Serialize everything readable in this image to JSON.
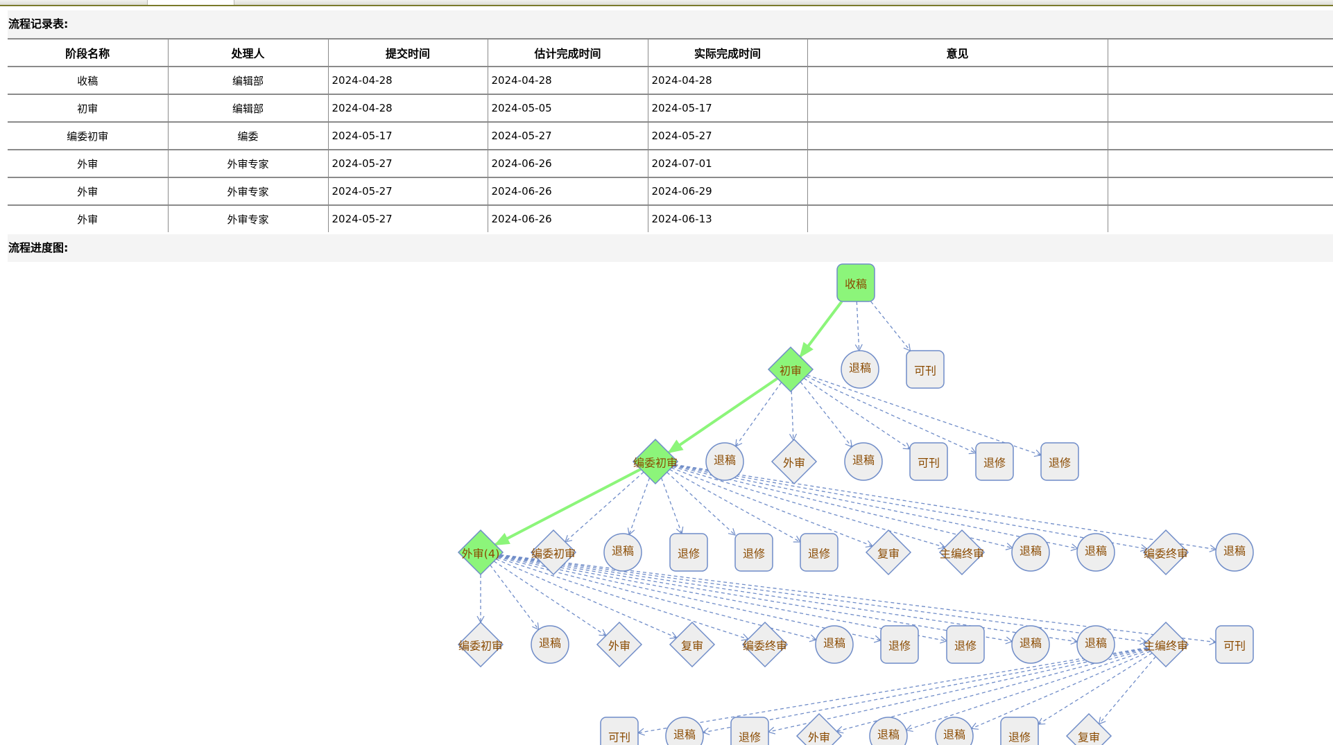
{
  "tabs": [
    {
      "label": ""
    },
    {
      "label": ""
    }
  ],
  "records_section": {
    "title": "流程记录表:"
  },
  "records_table": {
    "columns": [
      "阶段名称",
      "处理人",
      "提交时间",
      "估计完成时间",
      "实际完成时间",
      "意见",
      ""
    ],
    "rows": [
      {
        "stage": "收稿",
        "handler": "编辑部",
        "submitted": "2024-04-28",
        "estimated": "2024-04-28",
        "actual": "2024-04-28",
        "opinion": "",
        "extra": ""
      },
      {
        "stage": "初审",
        "handler": "编辑部",
        "submitted": "2024-04-28",
        "estimated": "2024-05-05",
        "actual": "2024-05-17",
        "opinion": "",
        "extra": ""
      },
      {
        "stage": "编委初审",
        "handler": "编委",
        "submitted": "2024-05-17",
        "estimated": "2024-05-27",
        "actual": "2024-05-27",
        "opinion": "",
        "extra": ""
      },
      {
        "stage": "外审",
        "handler": "外审专家",
        "submitted": "2024-05-27",
        "estimated": "2024-06-26",
        "actual": "2024-07-01",
        "opinion": "",
        "extra": ""
      },
      {
        "stage": "外审",
        "handler": "外审专家",
        "submitted": "2024-05-27",
        "estimated": "2024-06-26",
        "actual": "2024-06-29",
        "opinion": "",
        "extra": ""
      },
      {
        "stage": "外审",
        "handler": "外审专家",
        "submitted": "2024-05-27",
        "estimated": "2024-06-26",
        "actual": "2024-06-13",
        "opinion": "",
        "extra": ""
      }
    ]
  },
  "progress_section": {
    "title": "流程进度图:"
  },
  "colors": {
    "active_fill": "#8cf57a",
    "inactive_fill": "#eeeeee",
    "node_stroke": "#6f8cc8",
    "active_edge": "#8cf57a",
    "dashed_edge": "#6f8cc8",
    "label_color": "#8a4a00"
  },
  "flow_diagram": {
    "levels": [
      [
        {
          "id": "n0",
          "label": "收稿",
          "shape": "rect",
          "active": true
        }
      ],
      [
        {
          "id": "n1",
          "label": "初审",
          "shape": "diamond",
          "active": true
        },
        {
          "id": "n2",
          "label": "退稿",
          "shape": "circle",
          "active": false
        },
        {
          "id": "n3",
          "label": "可刊",
          "shape": "rect",
          "active": false
        }
      ],
      [
        {
          "id": "n4",
          "label": "编委初审",
          "shape": "diamond",
          "active": true
        },
        {
          "id": "n5",
          "label": "退稿",
          "shape": "circle",
          "active": false
        },
        {
          "id": "n6",
          "label": "外审",
          "shape": "diamond",
          "active": false
        },
        {
          "id": "n7",
          "label": "退稿",
          "shape": "circle",
          "active": false
        },
        {
          "id": "n8",
          "label": "可刊",
          "shape": "rect",
          "active": false
        },
        {
          "id": "n9",
          "label": "退修",
          "shape": "rect",
          "active": false
        },
        {
          "id": "n10",
          "label": "退修",
          "shape": "rect",
          "active": false
        }
      ],
      [
        {
          "id": "n11",
          "label": "外审(4)",
          "shape": "diamond",
          "active": true
        },
        {
          "id": "n12",
          "label": "编委初审",
          "shape": "diamond",
          "active": false
        },
        {
          "id": "n13",
          "label": "退稿",
          "shape": "circle",
          "active": false
        },
        {
          "id": "n14",
          "label": "退修",
          "shape": "rect",
          "active": false
        },
        {
          "id": "n15",
          "label": "退修",
          "shape": "rect",
          "active": false
        },
        {
          "id": "n16",
          "label": "退修",
          "shape": "rect",
          "active": false
        },
        {
          "id": "n17",
          "label": "复审",
          "shape": "diamond",
          "active": false
        },
        {
          "id": "n18",
          "label": "主编终审",
          "shape": "diamond",
          "active": false
        },
        {
          "id": "n19",
          "label": "退稿",
          "shape": "circle",
          "active": false
        },
        {
          "id": "n20",
          "label": "退稿",
          "shape": "circle",
          "active": false
        },
        {
          "id": "n21",
          "label": "编委终审",
          "shape": "diamond",
          "active": false
        },
        {
          "id": "n22",
          "label": "退稿",
          "shape": "circle",
          "active": false
        }
      ],
      [
        {
          "id": "n23",
          "label": "编委初审",
          "shape": "diamond",
          "active": false
        },
        {
          "id": "n24",
          "label": "退稿",
          "shape": "circle",
          "active": false
        },
        {
          "id": "n25",
          "label": "外审",
          "shape": "diamond",
          "active": false
        },
        {
          "id": "n26",
          "label": "复审",
          "shape": "diamond",
          "active": false
        },
        {
          "id": "n27",
          "label": "编委终审",
          "shape": "diamond",
          "active": false
        },
        {
          "id": "n28",
          "label": "退稿",
          "shape": "circle",
          "active": false
        },
        {
          "id": "n29",
          "label": "退修",
          "shape": "rect",
          "active": false
        },
        {
          "id": "n30",
          "label": "退修",
          "shape": "rect",
          "active": false
        },
        {
          "id": "n31",
          "label": "退稿",
          "shape": "circle",
          "active": false
        },
        {
          "id": "n32",
          "label": "退稿",
          "shape": "circle",
          "active": false
        },
        {
          "id": "n33",
          "label": "主编终审",
          "shape": "diamond",
          "active": false
        },
        {
          "id": "n34",
          "label": "可刊",
          "shape": "rect",
          "active": false
        }
      ],
      [
        {
          "id": "n35",
          "label": "可刊",
          "shape": "rect",
          "active": false
        },
        {
          "id": "n36",
          "label": "退稿",
          "shape": "circle",
          "active": false
        },
        {
          "id": "n37",
          "label": "退修",
          "shape": "rect",
          "active": false
        },
        {
          "id": "n38",
          "label": "外审",
          "shape": "diamond",
          "active": false
        },
        {
          "id": "n39",
          "label": "退稿",
          "shape": "circle",
          "active": false
        },
        {
          "id": "n40",
          "label": "退稿",
          "shape": "circle",
          "active": false
        },
        {
          "id": "n41",
          "label": "退修",
          "shape": "rect",
          "active": false
        },
        {
          "id": "n42",
          "label": "复审",
          "shape": "diamond",
          "active": false
        }
      ]
    ],
    "edges": [
      {
        "from": "n0",
        "to": "n1",
        "active": true
      },
      {
        "from": "n0",
        "to": "n2",
        "active": false
      },
      {
        "from": "n0",
        "to": "n3",
        "active": false
      },
      {
        "from": "n1",
        "to": "n4",
        "active": true
      },
      {
        "from": "n1",
        "to": "n5",
        "active": false
      },
      {
        "from": "n1",
        "to": "n6",
        "active": false
      },
      {
        "from": "n1",
        "to": "n7",
        "active": false
      },
      {
        "from": "n1",
        "to": "n8",
        "active": false
      },
      {
        "from": "n1",
        "to": "n9",
        "active": false
      },
      {
        "from": "n1",
        "to": "n10",
        "active": false
      },
      {
        "from": "n4",
        "to": "n11",
        "active": true
      },
      {
        "from": "n4",
        "to": "n12",
        "active": false
      },
      {
        "from": "n4",
        "to": "n13",
        "active": false
      },
      {
        "from": "n4",
        "to": "n14",
        "active": false
      },
      {
        "from": "n4",
        "to": "n15",
        "active": false
      },
      {
        "from": "n4",
        "to": "n16",
        "active": false
      },
      {
        "from": "n4",
        "to": "n17",
        "active": false
      },
      {
        "from": "n4",
        "to": "n18",
        "active": false
      },
      {
        "from": "n4",
        "to": "n19",
        "active": false
      },
      {
        "from": "n4",
        "to": "n20",
        "active": false
      },
      {
        "from": "n4",
        "to": "n21",
        "active": false
      },
      {
        "from": "n4",
        "to": "n22",
        "active": false
      },
      {
        "from": "n11",
        "to": "n23",
        "active": false
      },
      {
        "from": "n11",
        "to": "n24",
        "active": false
      },
      {
        "from": "n11",
        "to": "n25",
        "active": false
      },
      {
        "from": "n11",
        "to": "n26",
        "active": false
      },
      {
        "from": "n11",
        "to": "n27",
        "active": false
      },
      {
        "from": "n11",
        "to": "n28",
        "active": false
      },
      {
        "from": "n11",
        "to": "n29",
        "active": false
      },
      {
        "from": "n11",
        "to": "n30",
        "active": false
      },
      {
        "from": "n11",
        "to": "n31",
        "active": false
      },
      {
        "from": "n11",
        "to": "n32",
        "active": false
      },
      {
        "from": "n11",
        "to": "n33",
        "active": false
      },
      {
        "from": "n11",
        "to": "n34",
        "active": false
      },
      {
        "from": "n33",
        "to": "n35",
        "active": false
      },
      {
        "from": "n33",
        "to": "n36",
        "active": false
      },
      {
        "from": "n33",
        "to": "n37",
        "active": false
      },
      {
        "from": "n33",
        "to": "n38",
        "active": false
      },
      {
        "from": "n33",
        "to": "n39",
        "active": false
      },
      {
        "from": "n33",
        "to": "n40",
        "active": false
      },
      {
        "from": "n33",
        "to": "n41",
        "active": false
      },
      {
        "from": "n33",
        "to": "n42",
        "active": false
      }
    ]
  }
}
